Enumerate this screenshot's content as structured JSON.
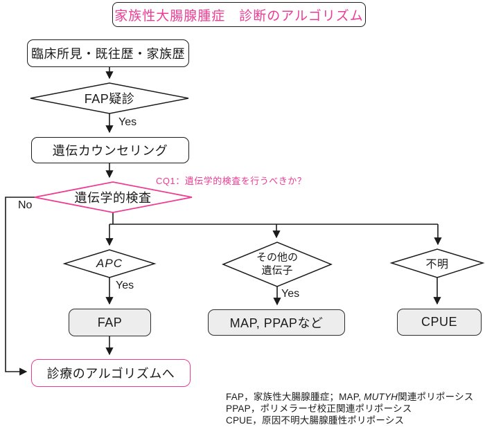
{
  "title": {
    "text": "家族性大腸腺腫症　診断のアルゴリズム"
  },
  "colors": {
    "accent_pink": "#ee3a93",
    "terminal_node_fill": "#ededed",
    "line": "#1a1a1a"
  },
  "nodes": {
    "clinical": {
      "label": "臨床所見・既往歴・家族歴"
    },
    "fap_suspect": {
      "label": "FAP疑診"
    },
    "counseling": {
      "label": "遺伝カウンセリング"
    },
    "genetic_test": {
      "label": "遺伝学的検査"
    },
    "apc": {
      "label": "APC"
    },
    "other_genes": {
      "label_line1": "その他の",
      "label_line2": "遺伝子"
    },
    "unknown": {
      "label": "不明"
    },
    "fap": {
      "label": "FAP"
    },
    "map_ppap": {
      "label": "MAP, PPAPなど"
    },
    "cpue": {
      "label": "CPUE"
    },
    "care": {
      "label": "診療のアルゴリズムへ"
    }
  },
  "edge_labels": {
    "yes_fap_suspect": "Yes",
    "yes_apc": "Yes",
    "yes_other": "Yes",
    "no": "No"
  },
  "annotations": {
    "cq1": "CQ1：遺伝学的検査を行うべきか？"
  },
  "footnotes": {
    "line1_pre": "FAP，家族性大腸腺腫症；MAP, ",
    "line1_italic": "MUTYH",
    "line1_post": "関連ポリポーシス",
    "line2": "PPAP，ポリメラーゼ校正関連ポリポーシス",
    "line3": "CPUE，原因不明大腸腺腫性ポリポーシス"
  }
}
